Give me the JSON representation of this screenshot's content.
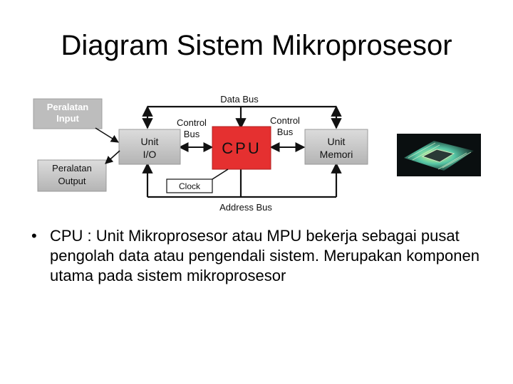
{
  "slide": {
    "title": "Diagram Sistem Mikroprosesor",
    "bullet": "CPU : Unit Mikroprosesor atau MPU bekerja sebagai pusat pengolah data atau pengendali sistem. Merupakan komponen utama pada sistem mikroprosesor"
  },
  "diagram": {
    "data_bus": "Data Bus",
    "address_bus": "Address Bus",
    "control_bus_left": [
      "Control",
      "Bus"
    ],
    "control_bus_right": [
      "Control",
      "Bus"
    ],
    "cpu": "CPU",
    "unit_io": [
      "Unit",
      "I/O"
    ],
    "unit_memori": [
      "Unit",
      "Memori"
    ],
    "peralatan_input": [
      "Peralatan",
      "Input"
    ],
    "peralatan_output": [
      "Peralatan",
      "Output"
    ],
    "clock": "Clock",
    "colors": {
      "box_gray": "#c8c8c8",
      "cpu_red": "#e53030",
      "line": "#111111"
    }
  },
  "image": {
    "icon": "cpu-chip-photo"
  }
}
